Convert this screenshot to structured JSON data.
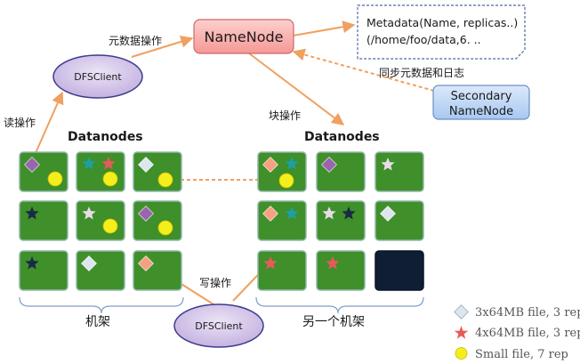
{
  "namenode": {
    "label": "NameNode"
  },
  "metadata": {
    "line1": "Metadata(Name, replicas..)",
    "line2": "(/home/foo/data,6. .."
  },
  "secondary": {
    "line1": "Secondary",
    "line2": "NameNode"
  },
  "client_top": {
    "label": "DFSClient"
  },
  "client_bottom": {
    "label": "DFSClient"
  },
  "labels": {
    "metadata_op": "元数据操作",
    "sync": "同步元数据和日志",
    "block_op": "块操作",
    "read_op": "读操作",
    "write_op": "写操作",
    "datanodes_left": "Datanodes",
    "datanodes_right": "Datanodes",
    "rack_left": "机架",
    "rack_right": "另一个机架"
  },
  "legend": [
    {
      "label": "3x64MB file, 3 rep",
      "icon": "diamond-icon"
    },
    {
      "label": "4x64MB file, 3 rep",
      "icon": "star-icon"
    },
    {
      "label": "Small file,  7 rep",
      "icon": "circle-icon"
    }
  ],
  "colors": {
    "node_green": "#3f8f2a",
    "namenode_fill": "#f9a6a4",
    "secondary_fill": "#b8d4f4",
    "client_fill": "#d2c4e8",
    "arrow": "#f0a060",
    "diamond_purple": "#9a64ae",
    "diamond_salmon": "#f5a080",
    "diamond_white": "#dde6ee",
    "star_teal": "#1e9fa3",
    "star_red": "#e85a5a",
    "star_white": "#e8dce8",
    "star_navy": "#1a2a44",
    "circle_yellow": "#f4ef1c",
    "dark_node": "#0f1e33"
  }
}
